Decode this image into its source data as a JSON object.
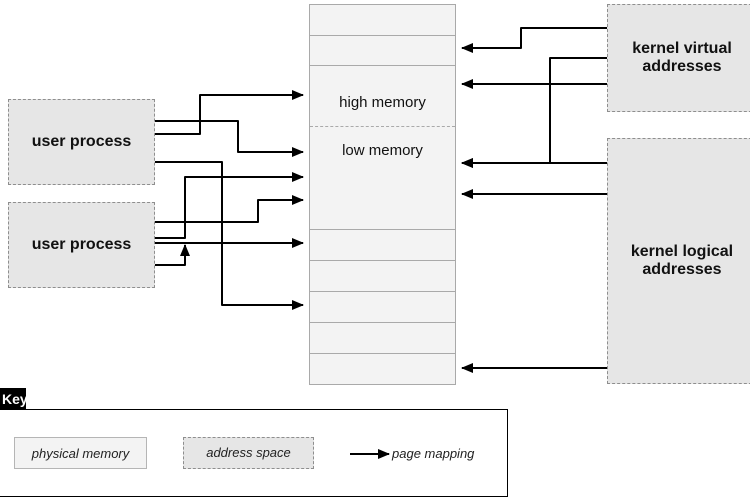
{
  "physical_memory": {
    "high_label": "high memory",
    "low_label": "low memory"
  },
  "address_spaces": {
    "user_process_1": "user process",
    "user_process_2": "user process",
    "kernel_virtual": "kernel virtual addresses",
    "kernel_logical": "kernel logical addresses"
  },
  "key": {
    "title": "Key",
    "physical_memory": "physical memory",
    "address_space": "address space",
    "page_mapping": "page mapping"
  },
  "colors": {
    "address_space_fill": "#e6e6e6",
    "physical_memory_fill": "#f3f3f3",
    "arrow": "#000000"
  }
}
